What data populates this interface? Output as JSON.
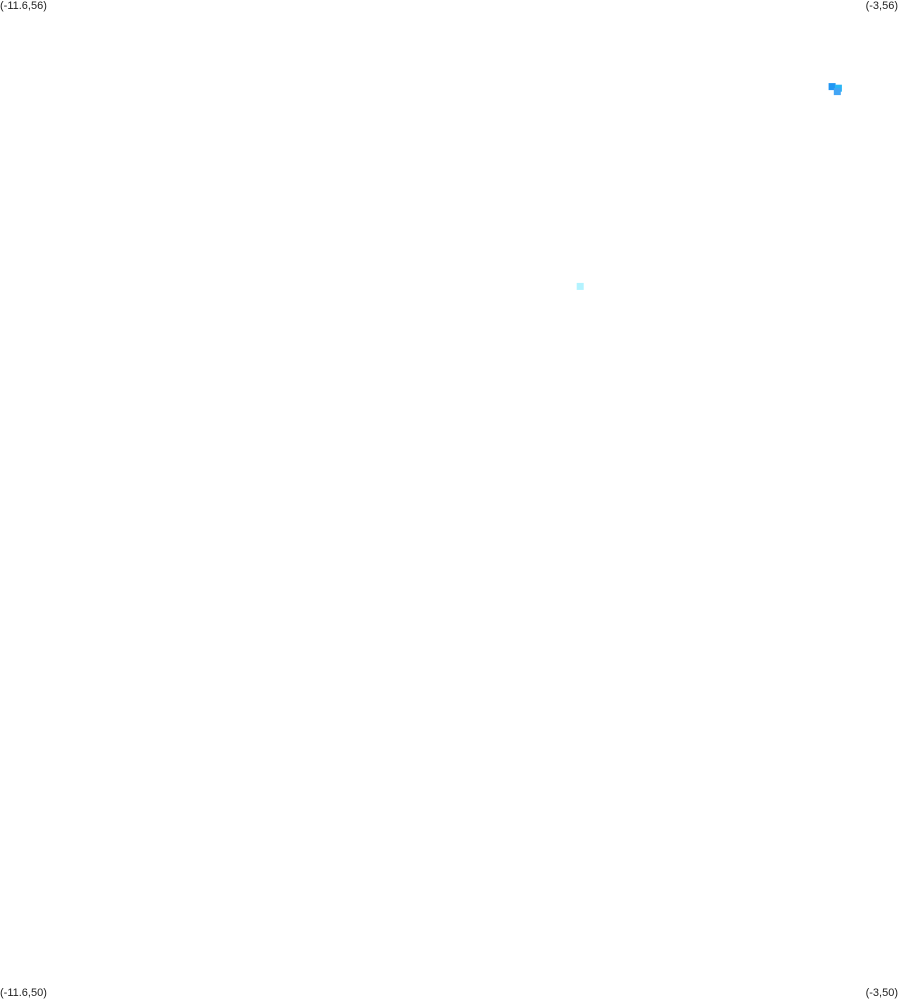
{
  "map": {
    "corners": {
      "top_left": "(-11.6,56)",
      "top_right": "(-3,56)",
      "bottom_left": "(-11.6,50)",
      "bottom_right": "(-3,50)"
    },
    "extent": {
      "lon_min": -11.6,
      "lon_max": -3,
      "lat_min": 50,
      "lat_max": 56
    },
    "features": [
      {
        "lon": -3.64,
        "lat": 55.48,
        "color": "#2196f3"
      },
      {
        "lon": -3.58,
        "lat": 55.47,
        "color": "#29b6f6"
      },
      {
        "lon": -3.59,
        "lat": 55.45,
        "color": "#42a5f5"
      },
      {
        "lon": -6.05,
        "lat": 54.28,
        "color": "#b3f3ff"
      }
    ]
  }
}
